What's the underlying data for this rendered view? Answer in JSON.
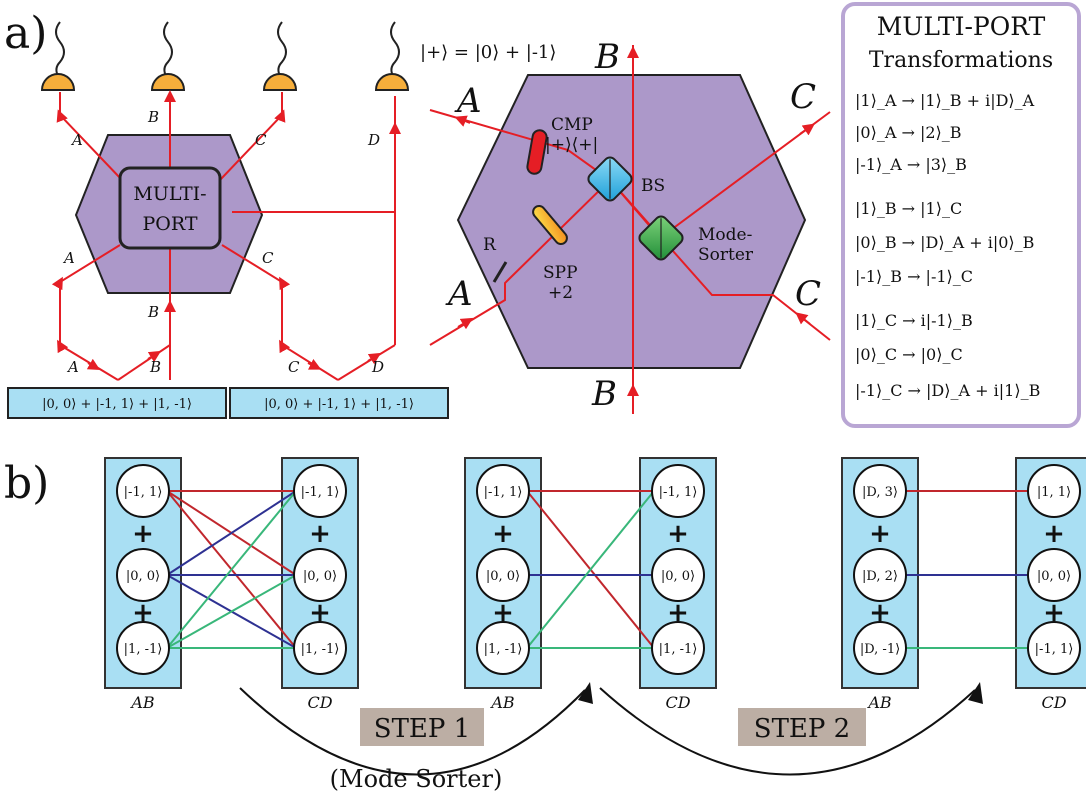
{
  "panel_a": {
    "label": "a)",
    "left_device": {
      "title_line1": "MULTI-",
      "title_line2": "PORT",
      "out_labels": [
        "A",
        "B",
        "C",
        "D"
      ],
      "in_labels": [
        "A",
        "B",
        "C"
      ],
      "bottom_labels": [
        "A",
        "B",
        "C",
        "D"
      ],
      "source_states": [
        "|0, 0⟩ + |-1, 1⟩ + |1, -1⟩",
        "|0, 0⟩ + |-1, 1⟩ + |1, -1⟩"
      ]
    },
    "hex_device": {
      "plus_def": "|+⟩ = |0⟩ + |-1⟩",
      "port_labels": [
        "A",
        "B",
        "C",
        "A",
        "B",
        "C"
      ],
      "cmp_label": "CMP",
      "cmp_projector": "|+⟩⟨+|",
      "bs_label": "BS",
      "mode_sorter_line1": "Mode-",
      "mode_sorter_line2": "Sorter",
      "r_label": "R",
      "spp_line1": "SPP",
      "spp_line2": "+2"
    },
    "transformations": {
      "title_line1": "MULTI-PORT",
      "title_line2": "Transformations",
      "groups": [
        [
          "|1⟩_A → |1⟩_B + i|D⟩_A",
          "|0⟩_A → |2⟩_B",
          "|-1⟩_A → |3⟩_B"
        ],
        [
          "|1⟩_B → |1⟩_C",
          "|0⟩_B → |D⟩_A + i|0⟩_B",
          "|-1⟩_B → |-1⟩_C"
        ],
        [
          "|1⟩_C → i|-1⟩_B",
          "|0⟩_C → |0⟩_C",
          "|-1⟩_C → |D⟩_A + i|1⟩_B"
        ]
      ]
    }
  },
  "panel_b": {
    "label": "b)",
    "stages": [
      {
        "left_states": [
          "|-1, 1⟩",
          "|0, 0⟩",
          "|1, -1⟩"
        ],
        "right_states": [
          "|-1, 1⟩",
          "|0, 0⟩",
          "|1, -1⟩"
        ],
        "left_caption": "AB",
        "right_caption": "CD"
      },
      {
        "left_states": [
          "|-1, 1⟩",
          "|0, 0⟩",
          "|1, -1⟩"
        ],
        "right_states": [
          "|-1, 1⟩",
          "|0, 0⟩",
          "|1, -1⟩"
        ],
        "left_caption": "AB",
        "right_caption": "CD"
      },
      {
        "left_states": [
          "|D, 3⟩",
          "|D, 2⟩",
          "|D, -1⟩"
        ],
        "right_states": [
          "|1, 1⟩",
          "|0, 0⟩",
          "|-1, 1⟩"
        ],
        "left_caption": "AB",
        "right_caption": "CD"
      }
    ],
    "plus": "+",
    "step1": "STEP 1",
    "step1_sub": "(Mode Sorter)",
    "step2": "STEP 2"
  },
  "colors": {
    "red": "#e51e25",
    "purple": "#ac98c9",
    "box_blue": "#a9dff3",
    "step_bg": "#bcaea4",
    "line_red": "#c1272d",
    "line_blue": "#2e3192",
    "line_green": "#39b77a",
    "frame_purple": "#b9a6d4",
    "detector_orange": "#f6ae3b"
  }
}
